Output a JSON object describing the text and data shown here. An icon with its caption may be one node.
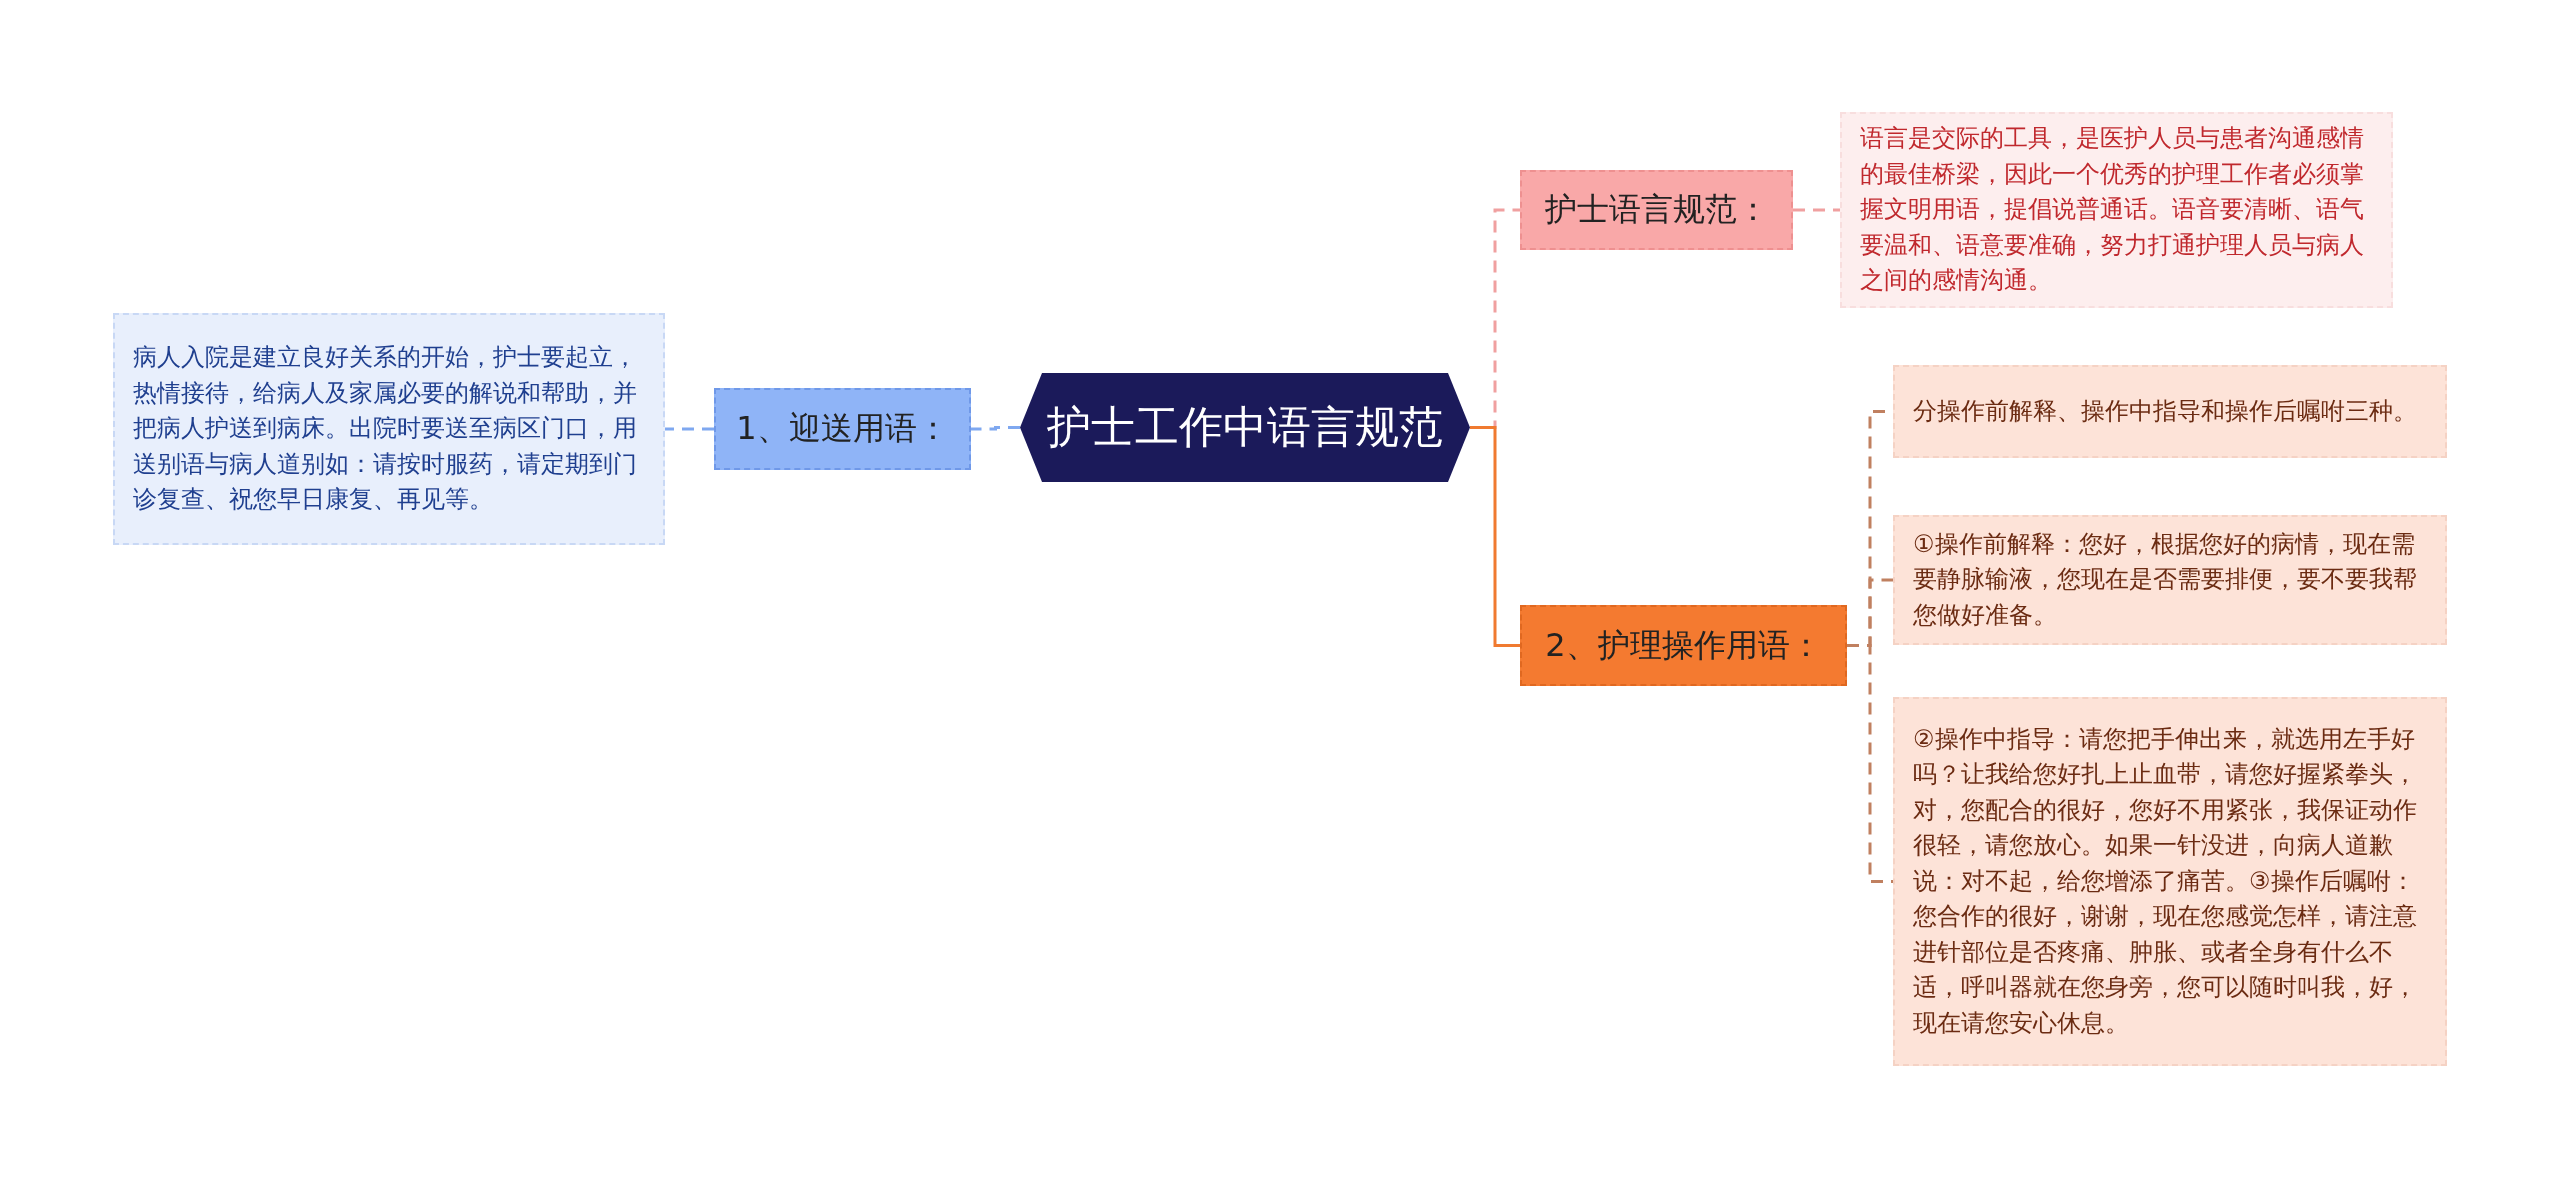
{
  "diagram": {
    "nodes": [
      {
        "text": [
          "护士工作中语言规范"
        ]
      },
      {
        "text": [
          "1、迎送用语："
        ]
      },
      {
        "text": [
          "病人入院是建立良好关系的开始，护士要起立，热情接待，给病人及家属必要的解说和帮助，并把病人护送到病床。出院时要送至病区门口，用送别语与病人道别如：请按时服药，请定期到门诊复查、祝您早日康复、再见等。"
        ]
      },
      {
        "text": [
          "护士语言规范："
        ]
      },
      {
        "text": [
          "语言是交际的工具，是医护人员与患者沟通感情的最佳桥梁，因此一个优秀的护理工作者必须掌握文明用语，提倡说普通话。语音要清晰、语气要温和、语意要准确，努力打通护理人员与病人之间的感情沟通。"
        ]
      },
      {
        "text": [
          "2、护理操作用语："
        ]
      },
      {
        "text": [
          "分操作前解释、操作中指导和操作后嘱咐三种。"
        ]
      },
      {
        "text": [
          "①操作前解释：您好，根据您好的病情，现在需要静脉输液，您现在是否需要排便，要不要我帮您做好准备。"
        ]
      },
      {
        "text": [
          "②操作中指导：请您把手伸出来，就选用左手好吗？让我给您好扎上止血带，请您好握紧拳头，对，您配合的很好，您好不用紧张，我保证动作很轻，请您放心。如果一针没进，向病人道歉说：对不起，给您增添了痛苦。③操作后嘱咐：您合作的很好，谢谢，现在您感觉怎样，请注意进针部位是否疼痛、肿胀、或者全身有什么不适，呼叫器就在您身旁，您可以随时叫我，好，现在请您安心休息。"
        ]
      }
    ],
    "edges": [
      {
        "from": 0,
        "to": 1,
        "arrow": "none",
        "style": "dashed",
        "color": "#7fa8f0"
      },
      {
        "from": 1,
        "to": 2,
        "arrow": "none",
        "style": "dashed",
        "color": "#7fa8f0"
      },
      {
        "from": 0,
        "to": 3,
        "arrow": "none",
        "style": "dashed",
        "color": "#f0a0a0"
      },
      {
        "from": 0,
        "to": 5,
        "arrow": "none",
        "color": "#f07a30"
      },
      {
        "from": 3,
        "to": 4,
        "arrow": "none",
        "style": "dashed",
        "color": "#f0a0a0"
      },
      {
        "from": 5,
        "to": 6,
        "arrow": "none",
        "style": "dashed",
        "color": "#c08060"
      },
      {
        "from": 5,
        "to": 7,
        "arrow": "none",
        "style": "dashed",
        "color": "#c08060"
      },
      {
        "from": 5,
        "to": 8,
        "arrow": "none",
        "style": "dashed",
        "color": "#c08060"
      }
    ]
  }
}
